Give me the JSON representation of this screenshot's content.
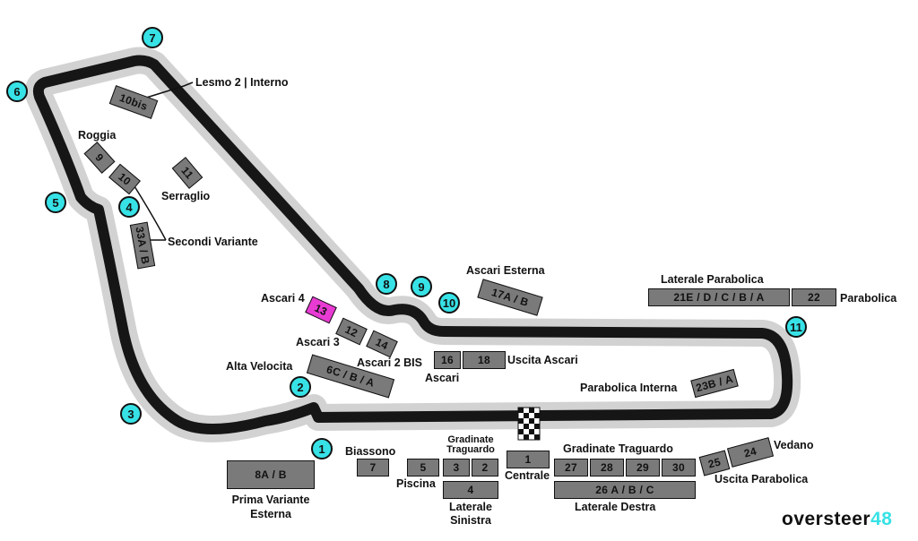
{
  "colors": {
    "track": "#161616",
    "runoff": "#d2d2d2",
    "stand": "#7a7a7a",
    "highlight_stand": "#e83bd3",
    "turn_marker": "#37e2e6",
    "brand_accent": "#37e2e6"
  },
  "icons": {
    "finish_line": "checkered-flag-icon"
  },
  "labels": {
    "lesmo": "Lesmo 2 | Interno",
    "roggia": "Roggia",
    "serraglio": "Serraglio",
    "secondi_variante": "Secondi Variante",
    "ascari_esterna": "Ascari Esterna",
    "laterale_parabolica": "Laterale Parabolica",
    "parabolica": "Parabolica",
    "ascari4": "Ascari 4",
    "ascari3": "Ascari 3",
    "alta_velocita": "Alta Velocita",
    "ascari2bis": "Ascari 2 BIS",
    "uscita_ascari": "Uscita Ascari",
    "ascari": "Ascari",
    "parabolica_interna": "Parabolica Interna",
    "biassono": "Biassono",
    "gradinate_traguardo_small": "Gradinate\nTraguardo",
    "gradinate_traguardo": "Gradinate Traguardo",
    "vedano": "Vedano",
    "piscina": "Piscina",
    "centrale": "Centrale",
    "uscita_parabolica": "Uscita Parabolica",
    "prima_variante_esterna": "Prima Variante\nEsterna",
    "laterale_sinistra": "Laterale\nSinistra",
    "laterale_destra": "Laterale Destra"
  },
  "stands": {
    "s10bis": "10bis",
    "s9": "9",
    "s10": "10",
    "s11": "11",
    "s33": "33A / B",
    "s13": "13",
    "s12": "12",
    "s14": "14",
    "s6c": "6C / B / A",
    "s17": "17A / B",
    "s16": "16",
    "s18": "18",
    "s21": "21E / D / C / B / A",
    "s22": "22",
    "s23": "23B / A",
    "s8": "8A / B",
    "s7": "7",
    "s5": "5",
    "s3": "3",
    "s2": "2",
    "s4": "4",
    "s1": "1",
    "s27": "27",
    "s28": "28",
    "s29": "29",
    "s30": "30",
    "s26": "26 A / B / C",
    "s25": "25",
    "s24": "24"
  },
  "turns": {
    "t1": "1",
    "t2": "2",
    "t3": "3",
    "t4": "4",
    "t5": "5",
    "t6": "6",
    "t7": "7",
    "t8": "8",
    "t9": "9",
    "t10": "10",
    "t11": "11"
  },
  "brand": {
    "main": "oversteer",
    "accent": "48"
  }
}
